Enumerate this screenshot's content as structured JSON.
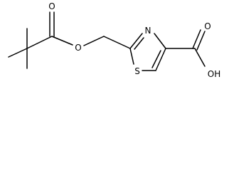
{
  "structure": {
    "atom_labels": {
      "ester_carbonyl_oxygen": "O",
      "ester_ether_oxygen": "O",
      "ring_nitrogen": "N",
      "ring_sulfur": "S",
      "acid_carbonyl_oxygen": "O",
      "acid_hydroxyl": "OH"
    },
    "colors": {
      "bond": "#000000",
      "label": "#000000",
      "background": "#ffffff"
    }
  }
}
